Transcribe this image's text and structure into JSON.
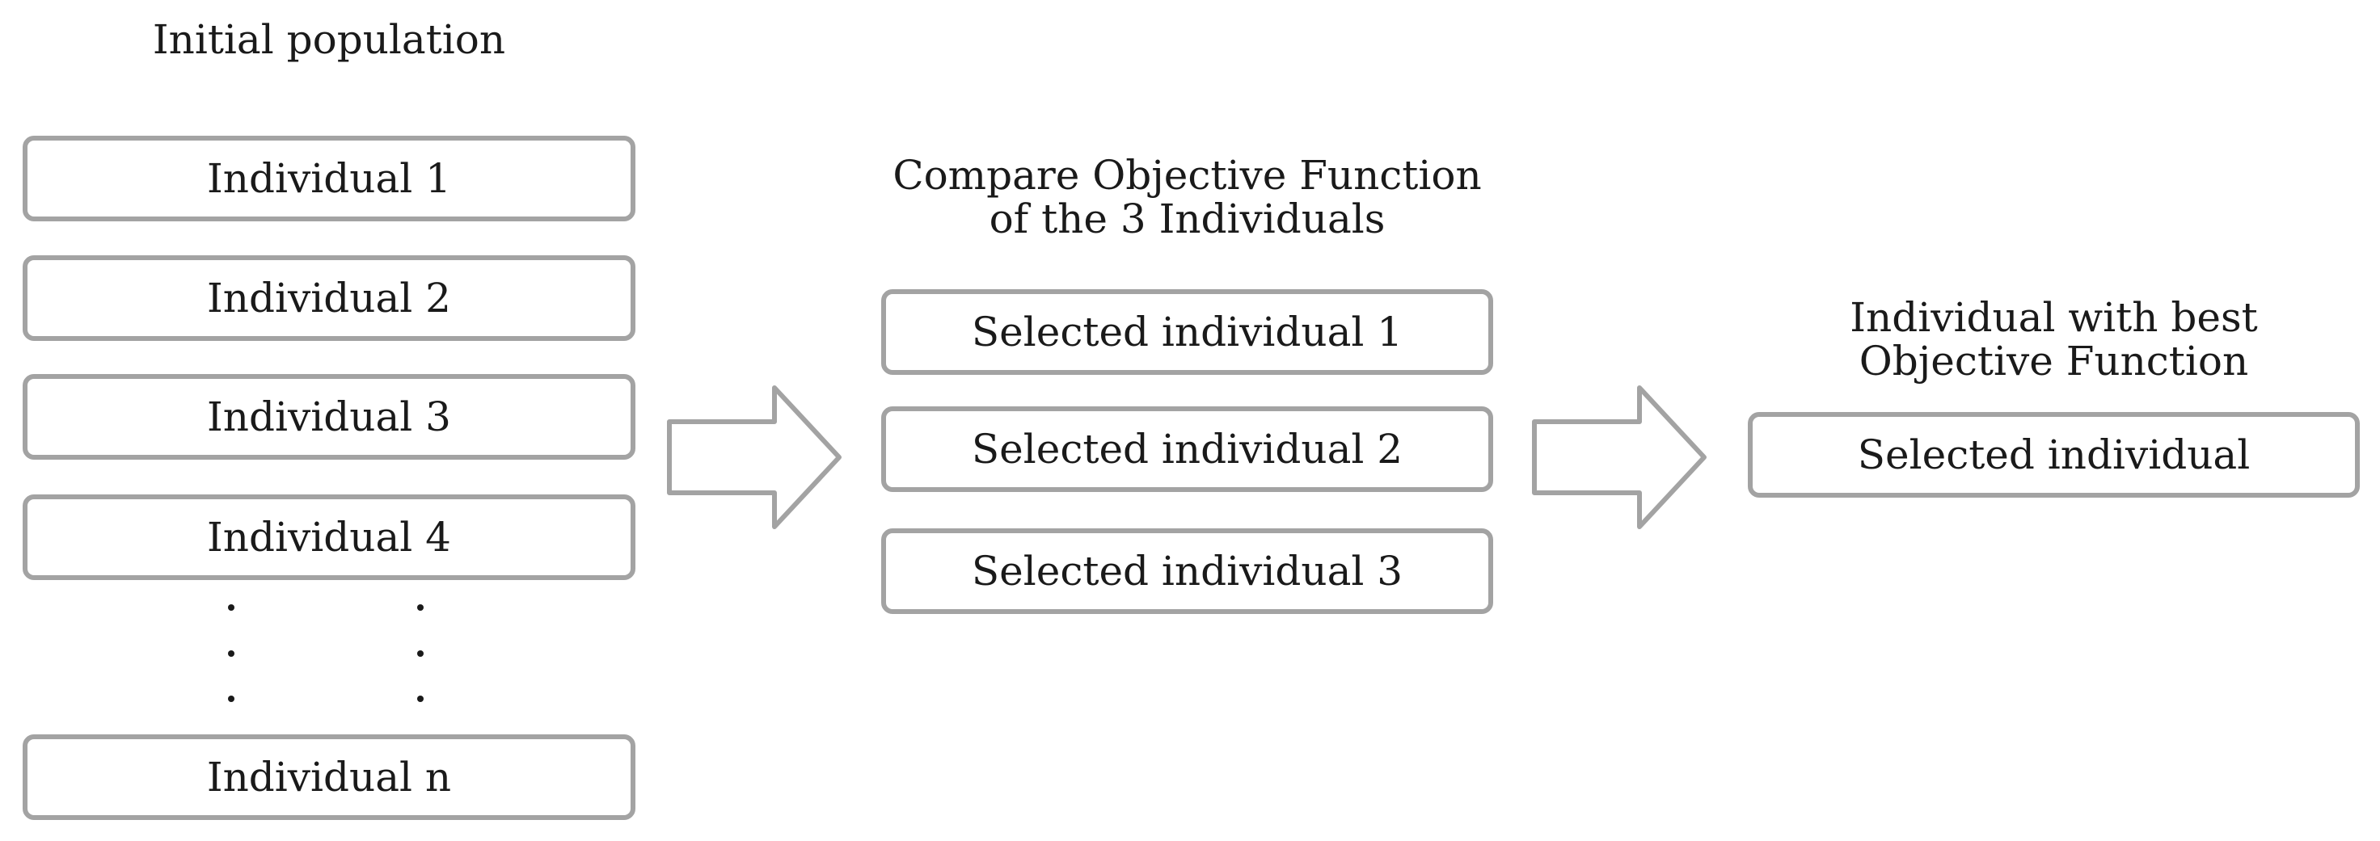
{
  "colors": {
    "box_border": "#a3a3a3",
    "arrow_stroke": "#a3a3a3",
    "text": "#1a1a1a",
    "background": "#ffffff"
  },
  "population": {
    "heading": "Initial population",
    "items": [
      {
        "label": "Individual 1"
      },
      {
        "label": "Individual 2"
      },
      {
        "label": "Individual 3"
      },
      {
        "label": "Individual 4"
      },
      {
        "label": "Individual n"
      }
    ]
  },
  "tournament": {
    "heading_line1": "Compare Objective Function",
    "heading_line2": "of the 3 Individuals",
    "items": [
      {
        "label": "Selected individual 1"
      },
      {
        "label": "Selected individual 2"
      },
      {
        "label": "Selected individual 3"
      }
    ]
  },
  "winner": {
    "heading_line1": "Individual with best",
    "heading_line2": "Objective Function",
    "label": "Selected individual"
  },
  "icons": {
    "arrow_1": "block-arrow-right-icon",
    "arrow_2": "block-arrow-right-icon",
    "ellipsis": "vertical-ellipsis-icon"
  }
}
